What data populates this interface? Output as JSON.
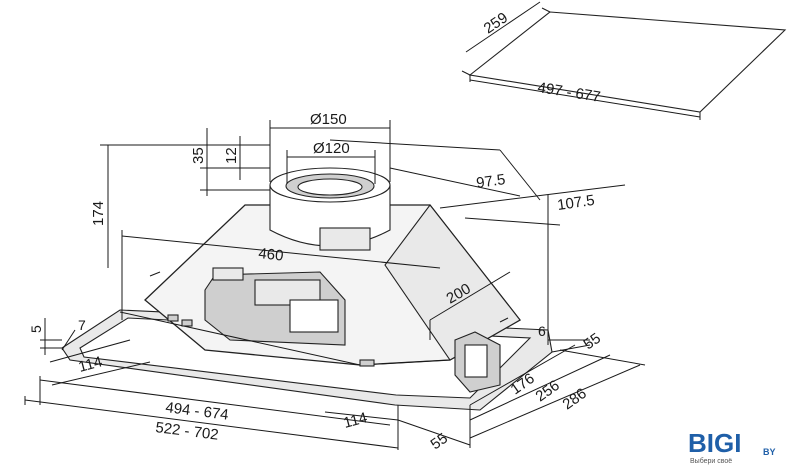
{
  "dimensions": {
    "panel_depth": "259",
    "panel_width": "497 - 677",
    "outlet_outer": "Ø150",
    "outlet_inner": "Ø120",
    "outlet_height_35": "35",
    "outlet_height_12": "12",
    "body_height": "174",
    "offset_97": "97.5",
    "offset_107": "107.5",
    "inner_width": "460",
    "inner_depth": "200",
    "frame_5": "5",
    "frame_7": "7",
    "side_114_left": "114",
    "width_494": "494 - 674",
    "width_522": "522 - 702",
    "side_114_bottom": "114",
    "edge_55_bottom": "55",
    "edge_6": "6",
    "edge_55_right": "55",
    "depth_176": "176",
    "depth_256": "256",
    "depth_286": "286"
  },
  "logo": {
    "text": "BIGI",
    "suffix": "BY",
    "tagline": "Выбери своё"
  }
}
